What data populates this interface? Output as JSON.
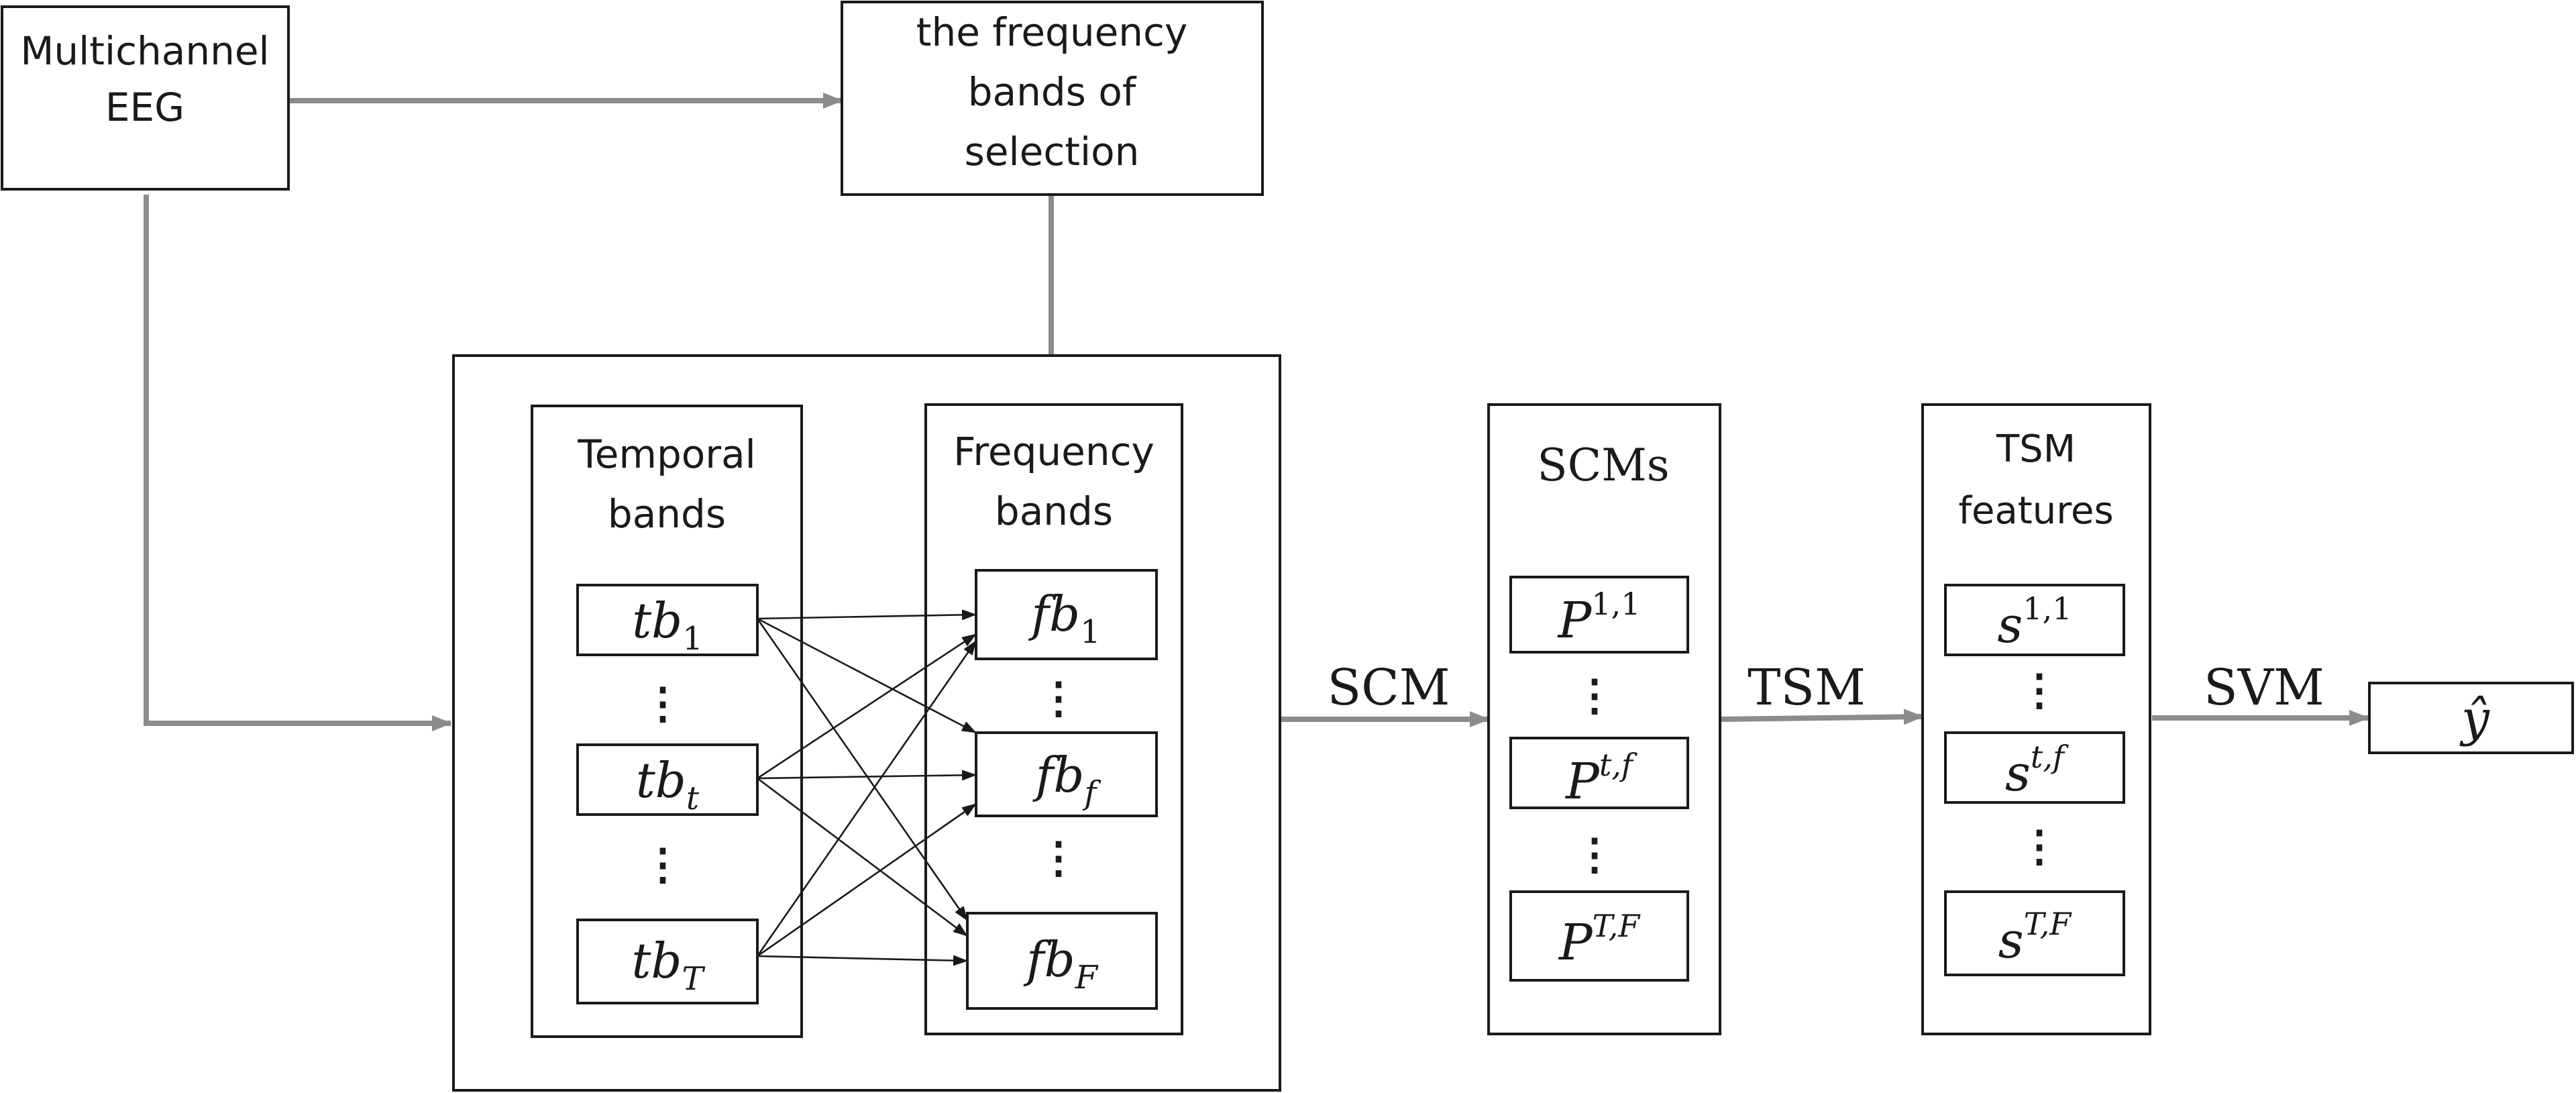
{
  "input": {
    "line1": "Multichannel",
    "line2": "EEG"
  },
  "selection": {
    "line1": "the frequency",
    "line2": "bands of",
    "line3": "selection"
  },
  "temporal": {
    "title1": "Temporal",
    "title2": "bands",
    "items": [
      {
        "base": "tb",
        "sub": "1"
      },
      {
        "base": "tb",
        "sub": "t"
      },
      {
        "base": "tb",
        "sub": "T"
      }
    ]
  },
  "frequency": {
    "title1": "Frequency",
    "title2": "bands",
    "items": [
      {
        "base": "fb",
        "sub": "1"
      },
      {
        "base": "fb",
        "sub": "f"
      },
      {
        "base": "fb",
        "sub": "F"
      }
    ]
  },
  "scms": {
    "title": "SCMs",
    "items": [
      {
        "base": "P",
        "sup": "1,1"
      },
      {
        "base": "P",
        "sup": "t,f"
      },
      {
        "base": "P",
        "sup": "T,F"
      }
    ]
  },
  "tsm_features": {
    "title1": "TSM",
    "title2": "features",
    "items": [
      {
        "base": "s",
        "sup": "1,1"
      },
      {
        "base": "s",
        "sup": "t,f"
      },
      {
        "base": "s",
        "sup": "T,F"
      }
    ]
  },
  "output": {
    "symbol": "ŷ"
  },
  "edge_labels": {
    "scm": "SCM",
    "tsm": "TSM",
    "svm": "SVM"
  },
  "ellipsis": "⋮",
  "colors": {
    "gray_arrow": "#8c8c8c",
    "black": "#1a1a1a"
  }
}
